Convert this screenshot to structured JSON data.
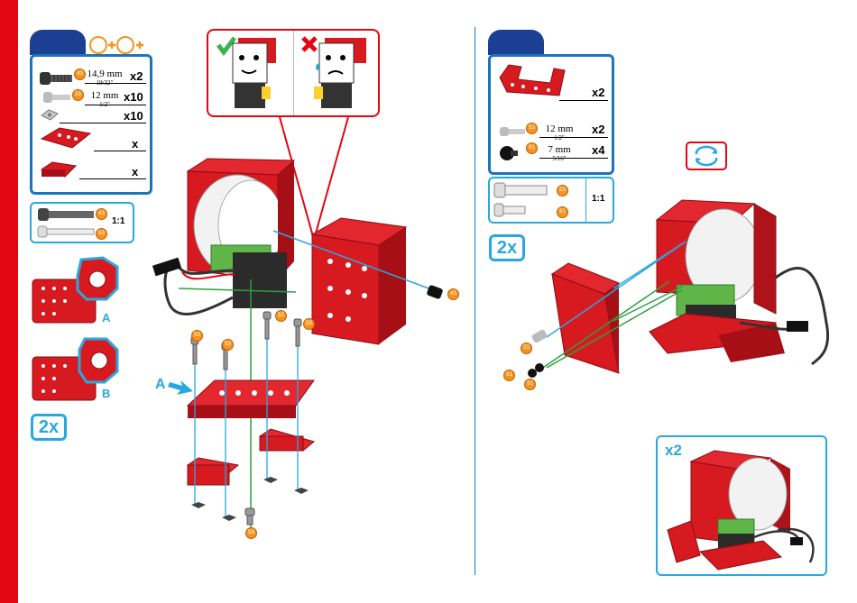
{
  "left_step": {
    "parts": [
      {
        "badge": "43",
        "measure": "14,9 mm",
        "imperial": "19/32\"",
        "qty": "x2"
      },
      {
        "badge": "53",
        "measure": "12 mm",
        "imperial": "1/2\"",
        "qty": "x10"
      },
      {
        "badge": "",
        "measure": "",
        "imperial": "",
        "qty": "x10"
      },
      {
        "badge": "",
        "measure": "",
        "imperial": "",
        "qty": "x"
      },
      {
        "badge": "",
        "measure": "",
        "imperial": "",
        "qty": "x"
      }
    ],
    "scale": {
      "ratio": "1:1",
      "badges": [
        "43",
        "53"
      ]
    },
    "variants": [
      "A",
      "B"
    ],
    "repeat": "2x",
    "arrow_label": "A",
    "screw_badges": [
      "53",
      "53",
      "53",
      "53",
      "53",
      "43"
    ]
  },
  "right_step": {
    "parts": [
      {
        "badge": "",
        "measure": "",
        "imperial": "",
        "qty": "x2"
      },
      {
        "badge": "53",
        "measure": "12 mm",
        "imperial": "1/2\"",
        "qty": "x2"
      },
      {
        "badge": "91",
        "measure": "7 mm",
        "imperial": "5/16\"",
        "qty": "x4"
      }
    ],
    "scale": {
      "ratio": "1:1",
      "badges": [
        "53",
        "91"
      ]
    },
    "repeat": "2x",
    "screw_badges": [
      "53",
      "91",
      "91"
    ],
    "result_qty": "x2"
  },
  "colors": {
    "red": "#d71920",
    "blue": "#1b75bb",
    "light_blue": "#29a8e0",
    "navy": "#1c3f94",
    "orange": "#f7931e",
    "green": "#2e9e3e"
  }
}
